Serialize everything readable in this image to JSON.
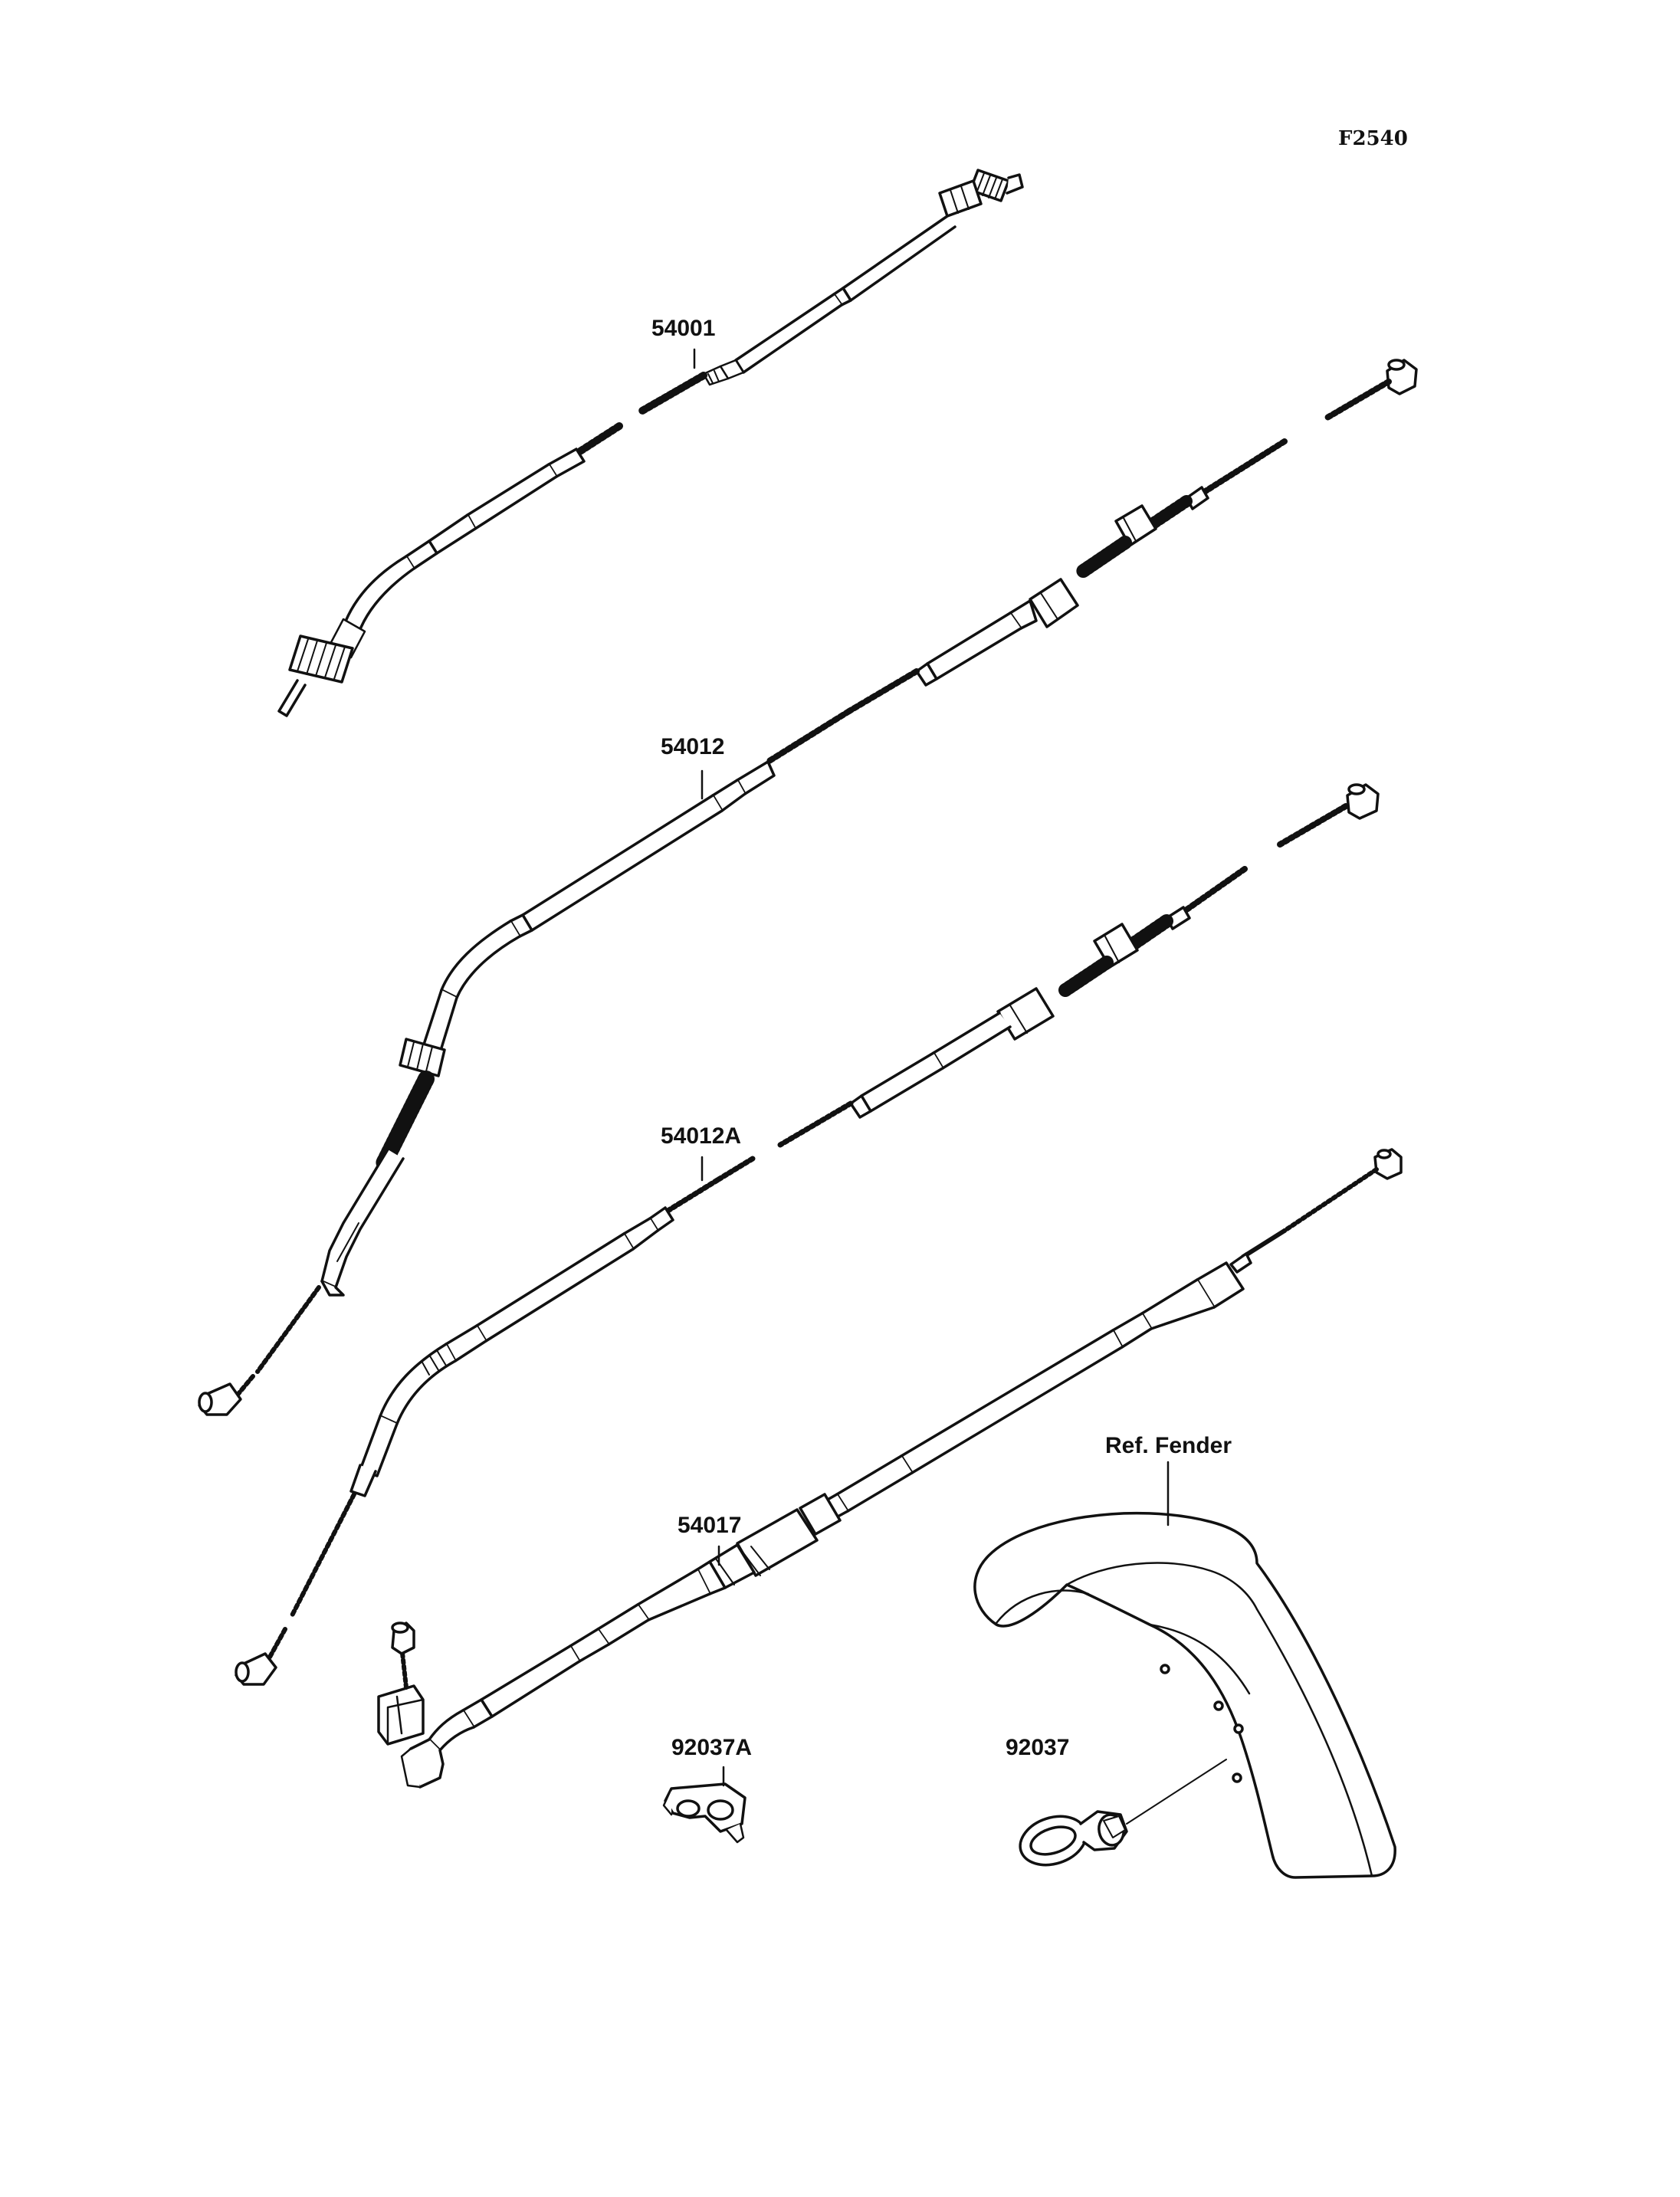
{
  "figure_code": "F2540",
  "callouts": {
    "speedo_cable": "54001",
    "throttle_cable_open": "54012",
    "throttle_cable_close": "54012A",
    "clutch_cable": "54017",
    "clamp": "92037A",
    "grommet_clamp": "92037",
    "fender_ref": "Ref. Fender"
  },
  "colors": {
    "line": "#111111",
    "background": "#ffffff"
  }
}
